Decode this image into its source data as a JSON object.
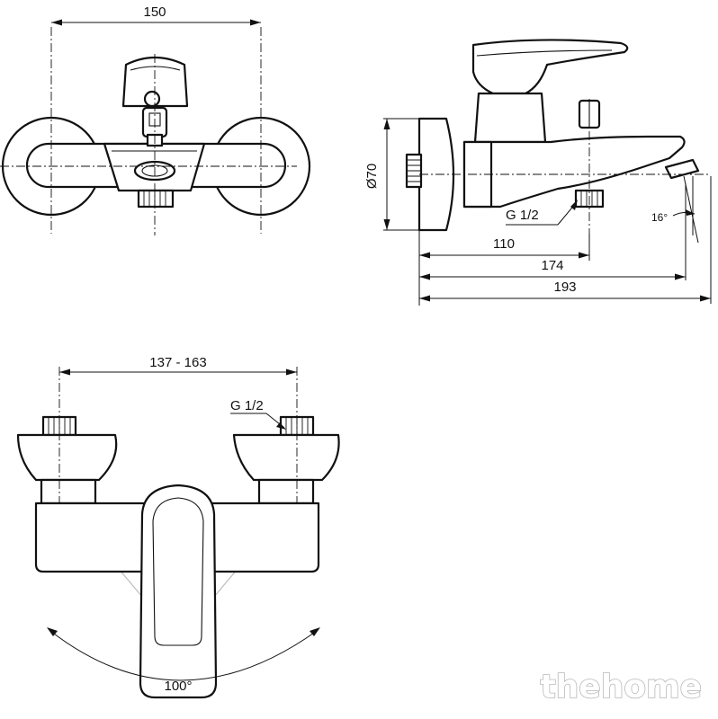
{
  "dimensions": {
    "top_width": "150",
    "body_diameter": "Ø70",
    "outlet_110": "110",
    "outlet_174": "174",
    "overall_193": "193",
    "inlet_span": "137 - 163",
    "outlet_angle": "16°",
    "handle_rotation": "100°"
  },
  "thread_labels": {
    "side_outlet": "G 1/2",
    "front_inlet": "G 1/2"
  },
  "watermark": "thehome"
}
